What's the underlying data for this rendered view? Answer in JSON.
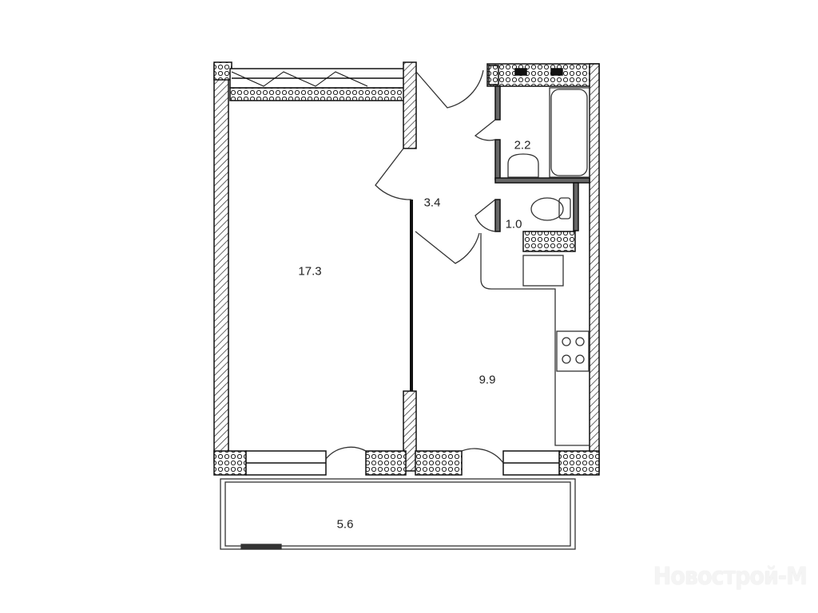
{
  "plan": {
    "rooms": [
      {
        "id": "living-room",
        "area": "17.3"
      },
      {
        "id": "hallway",
        "area": "3.4"
      },
      {
        "id": "bathroom",
        "area": "2.2"
      },
      {
        "id": "toilet",
        "area": "1.0"
      },
      {
        "id": "kitchen",
        "area": "9.9"
      },
      {
        "id": "balcony",
        "area": "5.6"
      }
    ],
    "colors": {
      "wall": "#111111",
      "hatch": "#555555",
      "line": "#333333"
    }
  },
  "watermark": "Новострой-М"
}
